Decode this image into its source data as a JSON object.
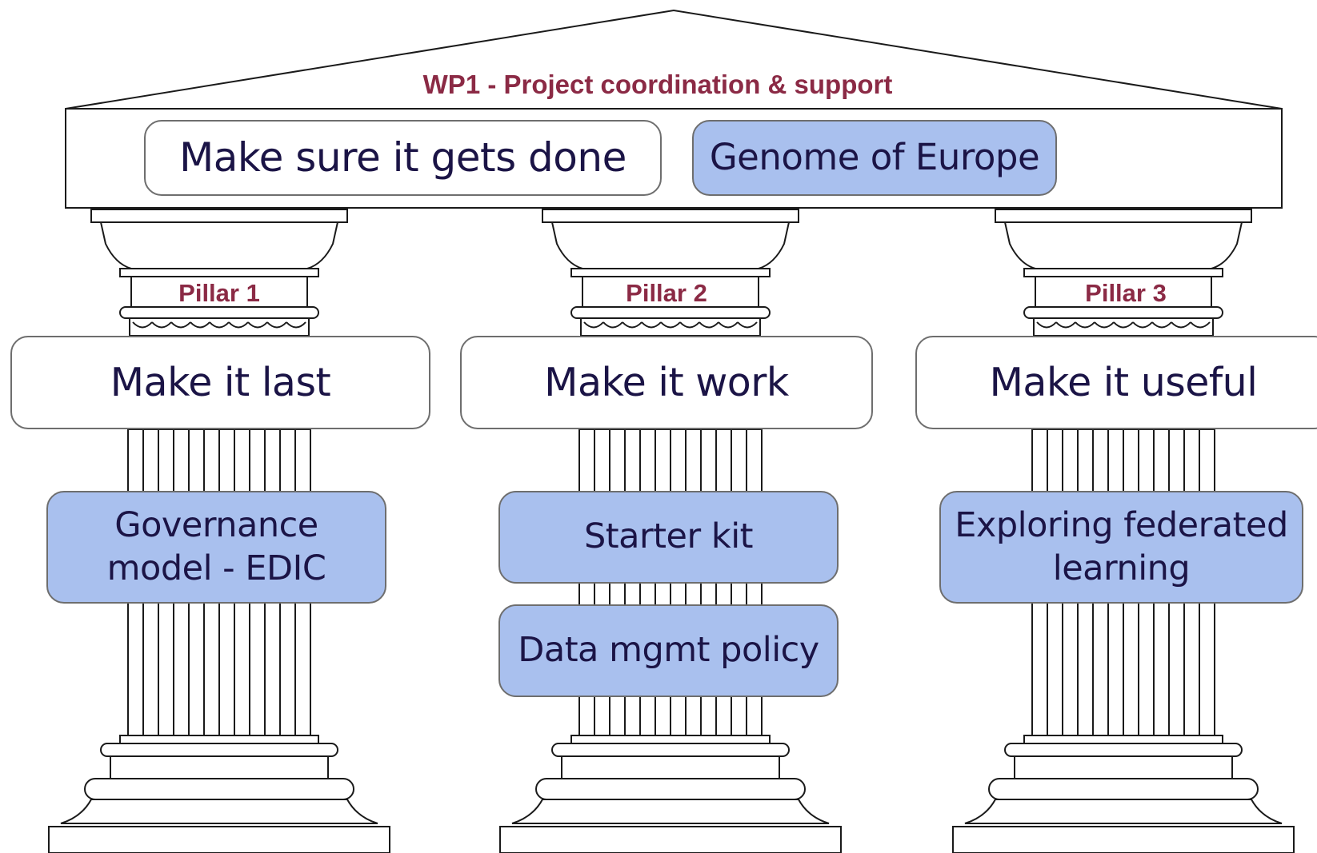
{
  "roof": {
    "title": "WP1 - Project coordination & support",
    "items": [
      "Make sure it gets done",
      "Genome of Europe"
    ]
  },
  "pillars": [
    {
      "label": "Pillar 1",
      "goal": "Make it last",
      "items": [
        "Governance model - EDIC"
      ]
    },
    {
      "label": "Pillar 2",
      "goal": "Make it work",
      "items": [
        "Starter kit",
        "Data mgmt policy"
      ]
    },
    {
      "label": "Pillar 3",
      "goal": "Make it useful",
      "items": [
        "Exploring federated learning"
      ]
    }
  ],
  "colors": {
    "label_red": "#8b2a45",
    "text_navy": "#1b1446",
    "box_blue": "#a9c0ee",
    "box_white": "#ffffff",
    "outline": "#1a1a1a"
  }
}
